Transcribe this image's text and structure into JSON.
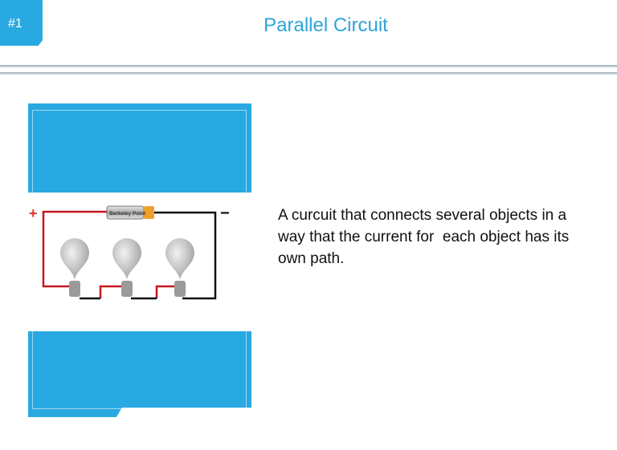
{
  "slide": {
    "number": "#1",
    "title": "Parallel Circuit",
    "description": "A curcuit that connects several objects in a way that the current for  each object has its own path."
  },
  "figure": {
    "battery_label": "Berkeley Point",
    "positive_symbol": "+",
    "negative_symbol": "−",
    "accent_color": "#29a9e1"
  }
}
